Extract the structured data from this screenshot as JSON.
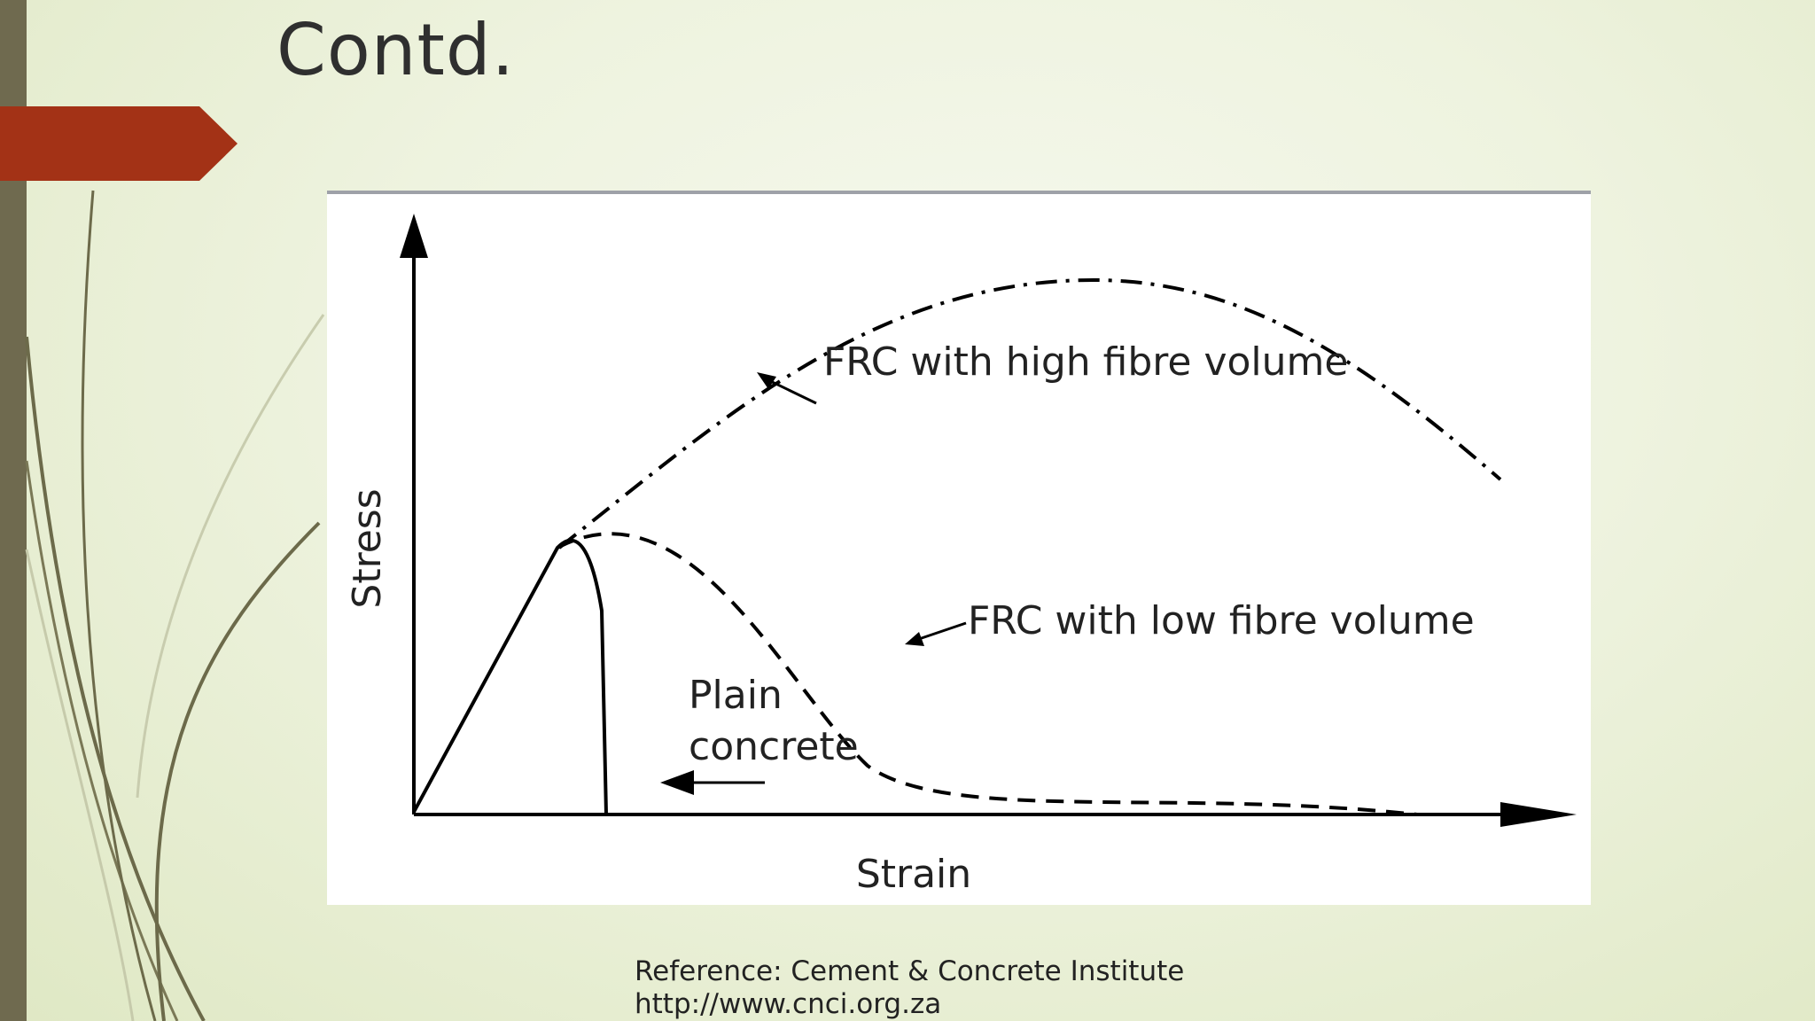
{
  "slide": {
    "title": "Contd.",
    "accent_color": "#a33216",
    "sidebar_color": "#6f6a4f"
  },
  "diagram": {
    "y_axis_label": "Stress",
    "x_axis_label": "Strain",
    "curves": [
      {
        "id": "plain",
        "label_lines": [
          "Plain",
          "concrete"
        ],
        "style": "solid"
      },
      {
        "id": "low",
        "label": "FRC with low fibre volume",
        "style": "dashed"
      },
      {
        "id": "high",
        "label": "FRC with high fibre volume",
        "style": "dash-dot"
      }
    ]
  },
  "reference": {
    "line1": "Reference: Cement & Concrete Institute",
    "line2": "http://www.cnci.org.za"
  }
}
